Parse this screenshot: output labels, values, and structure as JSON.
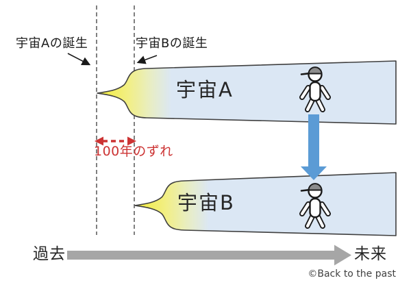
{
  "diagram": {
    "annotations": {
      "universe_a_birth": "宇宙Aの誕生",
      "universe_b_birth": "宇宙Bの誕生",
      "offset_label": "100年のずれ"
    },
    "universes": {
      "a": {
        "name": "宇宙A"
      },
      "b": {
        "name": "宇宙B"
      }
    },
    "timeline": {
      "past_label": "過去",
      "future_label": "未来"
    },
    "credit_label": "©Back to the past",
    "icons": {
      "traveler_a": "person-with-cap-icon",
      "traveler_b": "person-with-cap-icon",
      "time_travel_arrow": "thick-down-arrow-icon",
      "offset_arrow": "double-headed-dashed-arrow-icon",
      "timeline_arrow": "right-arrow-icon",
      "birth_pointer_a": "small-arrow-icon",
      "birth_pointer_b": "small-arrow-icon"
    },
    "colors": {
      "universe_fill_blue": "#dbe7f4",
      "big_bang_yellow": "#f3ec3a",
      "shape_outline": "#3f3f3f",
      "birth_line_gray": "#7f7f7f",
      "offset_red": "#cc3333",
      "travel_arrow_blue": "#5b9bd5",
      "timeline_gray": "#a6a6a6"
    }
  }
}
